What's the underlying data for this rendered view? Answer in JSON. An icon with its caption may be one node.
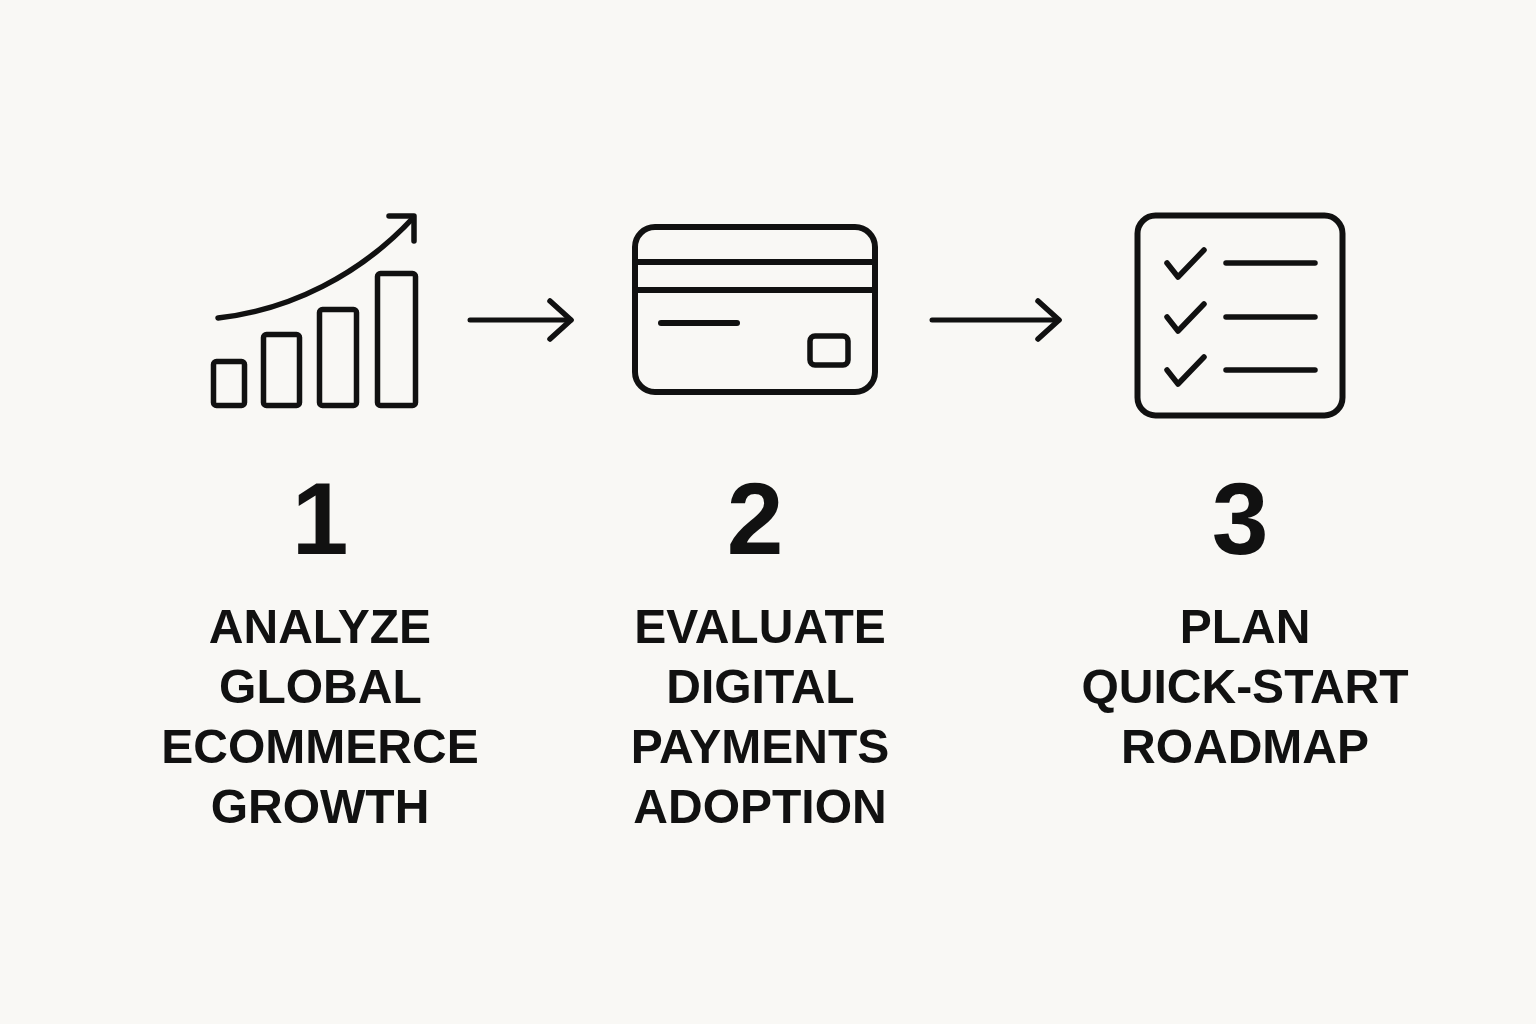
{
  "diagram": {
    "nodes": [
      {
        "text": [],
        "shape": "picture",
        "beside": [
          "1",
          "ANALYZE GLOBAL ECOMMERCE GROWTH"
        ]
      },
      {
        "text": [],
        "shape": "picture",
        "beside": [
          "2",
          "EVALUATE DIGITAL PAYMENTS ADOPTION"
        ]
      },
      {
        "text": [],
        "shape": "picture",
        "beside": [
          "3",
          "PLAN QUICK-START ROADMAP"
        ]
      }
    ],
    "edges": [
      {
        "from": 0,
        "to": 1,
        "arrow": "to"
      },
      {
        "from": 1,
        "to": 2,
        "arrow": "to"
      }
    ]
  }
}
